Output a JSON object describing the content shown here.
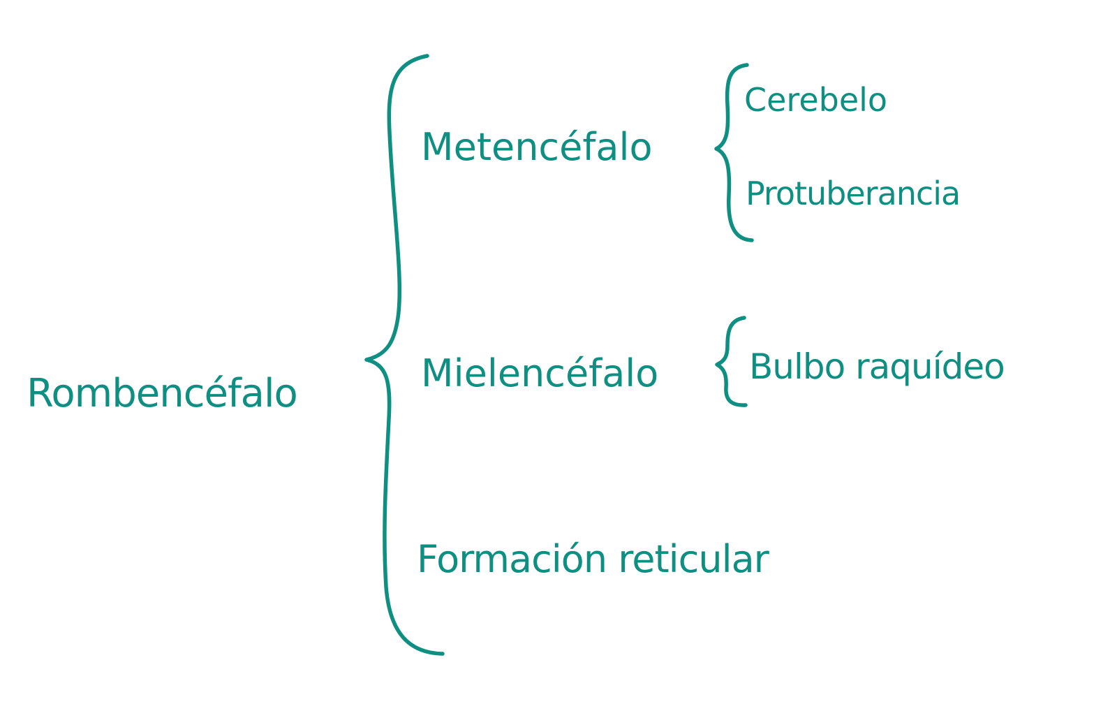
{
  "diagram": {
    "root": "Rombencéfalo",
    "branches": [
      {
        "label": "Metencéfalo",
        "children": [
          "Cerebelo",
          "Protuberancia"
        ]
      },
      {
        "label": "Mielencéfalo",
        "children": [
          "Bulbo raquídeo"
        ]
      },
      {
        "label": "Formación reticular",
        "children": []
      }
    ]
  },
  "colors": {
    "ink": "#0f8f82",
    "background": "#ffffff"
  }
}
